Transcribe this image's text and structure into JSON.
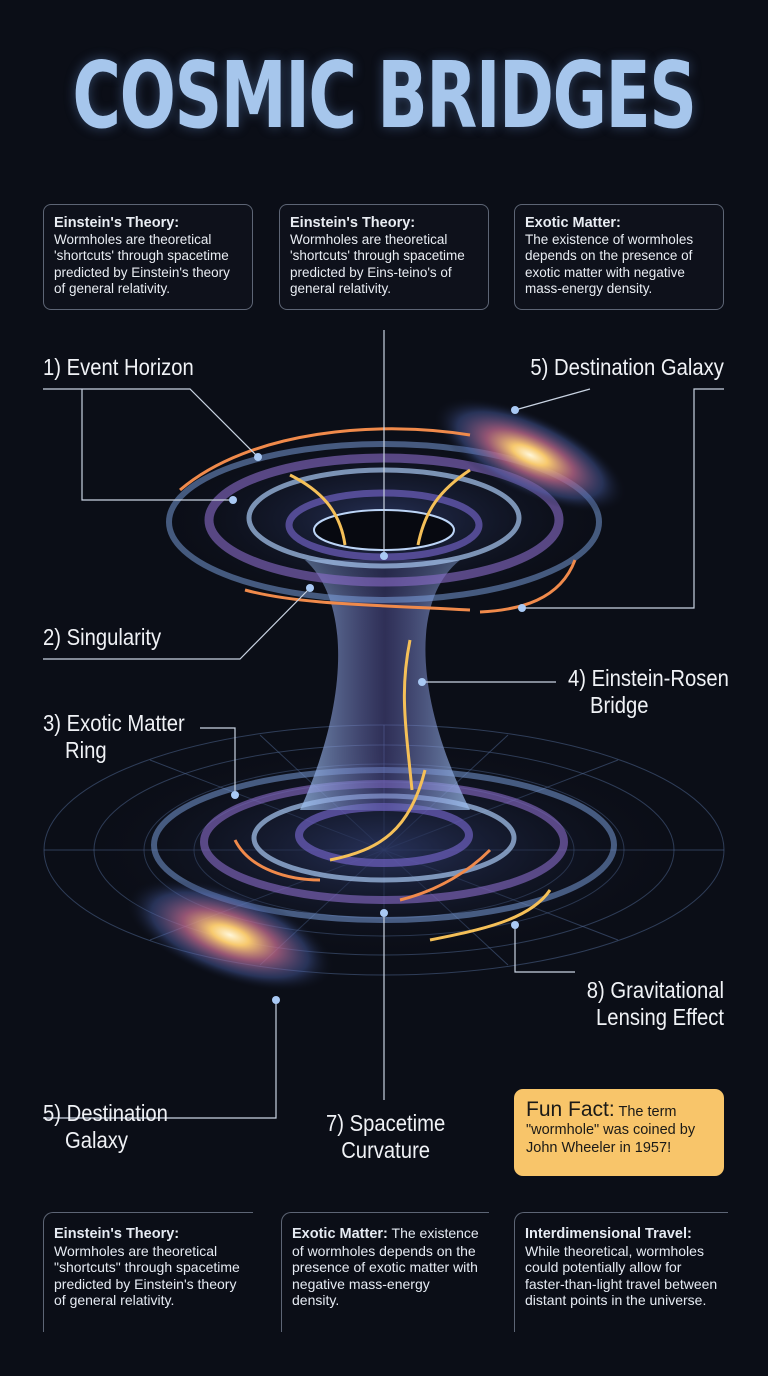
{
  "title": "COSMIC BRIDGES",
  "top_boxes": [
    {
      "heading": "Einstein's Theory:",
      "text": "Wormholes are theoretical 'shortcuts' through spacetime predicted by Einstein's theory of general relativity."
    },
    {
      "heading": "Einstein's Theory:",
      "text": "Wormholes are theoretical 'shortcuts' through spacetime predicted by Eins-teino's of general relativity."
    },
    {
      "heading": "Exotic Matter:",
      "text": "The existence of wormholes depends on the presence of exotic matter with negative mass-energy density."
    }
  ],
  "labels": {
    "event_horizon": "1) Event Horizon",
    "destination_galaxy_top": "5) Destination Galaxy",
    "singularity": "2) Singularity",
    "einstein_rosen_1": "4) Einstein-Rosen",
    "einstein_rosen_2": "Bridge",
    "exotic_ring_1": "3) Exotic Matter",
    "exotic_ring_2": "Ring",
    "lensing_1": "8) Gravitational",
    "lensing_2": "Lensing Effect",
    "destination_galaxy_bottom_1": "5) Destination",
    "destination_galaxy_bottom_2": "Galaxy",
    "curvature_1": "7) Spacetime",
    "curvature_2": "Curvature"
  },
  "fun_fact": {
    "heading": "Fun Fact:",
    "text": "The term \"wormhole\" was coined by John Wheeler in 1957!"
  },
  "bottom_boxes": [
    {
      "heading": "Einstein's Theory:",
      "text": "Wormholes are theoretical \"shortcuts\" through spacetime predicted by Einstein's theory of general relativity."
    },
    {
      "heading": "Exotic Matter:",
      "text": "The existence of wormholes depends on the presence of exotic matter with negative mass-energy density."
    },
    {
      "heading": "Interdimensional Travel:",
      "text": "While theoretical, wormholes could potentially allow for faster-than-light travel between distant points in the universe."
    }
  ],
  "colors": {
    "background": "#0b0e17",
    "title": "#a6c6ec",
    "fun_fact_bg": "#f8c56a",
    "arrow_orange": "#f08a4b",
    "arrow_yellow": "#f5c058",
    "swirl_blue": "#8fb5ee",
    "swirl_purple": "#8a6cc9"
  }
}
